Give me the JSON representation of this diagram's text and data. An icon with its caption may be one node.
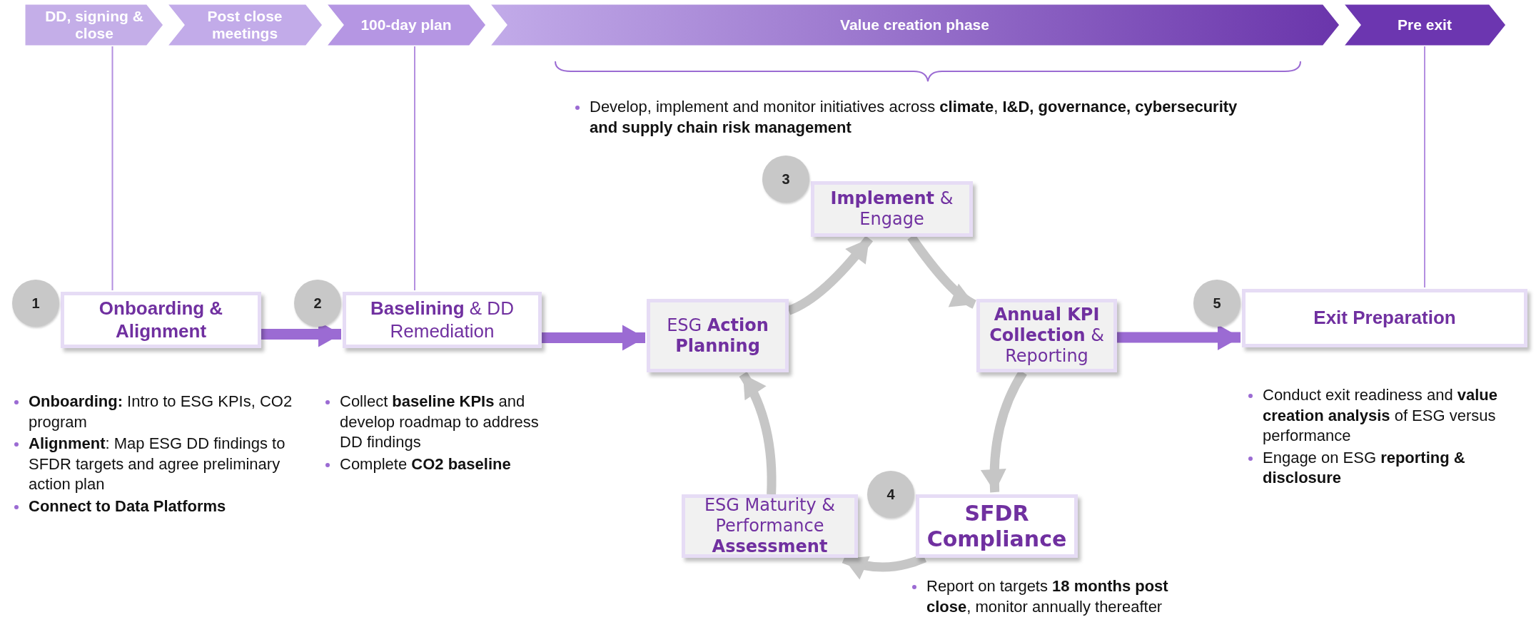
{
  "diagram": {
    "nodes": [
      {
        "text": [
          "DD, signing & close"
        ]
      },
      {
        "text": [
          "Post close meetings"
        ]
      },
      {
        "text": [
          "100-day plan"
        ]
      },
      {
        "text": [
          "Value creation phase"
        ]
      },
      {
        "text": [
          "Pre exit"
        ]
      },
      {
        "text": [
          "1"
        ]
      },
      {
        "text": [
          "Onboarding & Alignment"
        ],
        "beside": [
          "**Onboarding:** Intro to ESG KPIs, CO2 program",
          "**Alignment**: Map ESG DD findings to SFDR targets and agree preliminary action plan",
          "**Connect to Data Platforms**"
        ]
      },
      {
        "text": [
          "2"
        ]
      },
      {
        "text": [
          "**Baselining** & DD Remediation"
        ],
        "beside": [
          "Collect **baseline KPIs** and develop roadmap to address DD findings",
          "Complete **CO2 baseline**"
        ]
      },
      {
        "text": [
          "ESG **Action Planning**"
        ]
      },
      {
        "text": [
          "3"
        ]
      },
      {
        "text": [
          "**Implement** & Engage"
        ]
      },
      {
        "text": [
          "**Annual KPI Collection** & Reporting"
        ]
      },
      {
        "text": [
          "4"
        ]
      },
      {
        "text": [
          "**SFDR Compliance**"
        ],
        "beside": [
          "Report on targets **18 months post close**, monitor annually thereafter"
        ]
      },
      {
        "text": [
          "ESG Maturity & Performance **Assessment**"
        ]
      },
      {
        "text": [
          "5"
        ]
      },
      {
        "text": [
          "Exit Preparation"
        ],
        "beside": [
          "Conduct exit readiness and **value creation analysis** of ESG versus performance",
          "Engage on ESG **reporting & disclosure**"
        ]
      }
    ],
    "edges": [
      {
        "from": 0,
        "to": 6,
        "arrow": "none",
        "color": "#b48fe0"
      },
      {
        "from": 2,
        "to": 8,
        "arrow": "none",
        "color": "#b48fe0"
      },
      {
        "from": 4,
        "to": 17,
        "arrow": "none",
        "color": "#b48fe0"
      },
      {
        "from": 6,
        "to": 8,
        "arrow": "to",
        "color": "#9b6bd3"
      },
      {
        "from": 8,
        "to": 9,
        "arrow": "to",
        "color": "#9b6bd3"
      },
      {
        "from": 9,
        "to": 11,
        "arrow": "to"
      },
      {
        "from": 11,
        "to": 12,
        "arrow": "to"
      },
      {
        "from": 12,
        "to": 14,
        "arrow": "to"
      },
      {
        "from": 14,
        "to": 15,
        "arrow": "to"
      },
      {
        "from": 15,
        "to": 9,
        "arrow": "to"
      },
      {
        "from": 12,
        "to": 17,
        "arrow": "to",
        "color": "#9b6bd3"
      }
    ],
    "labels": [
      "Develop, implement and monitor initiatives across **climate**, **I&D, governance, cybersecurity and supply chain risk management**"
    ]
  }
}
